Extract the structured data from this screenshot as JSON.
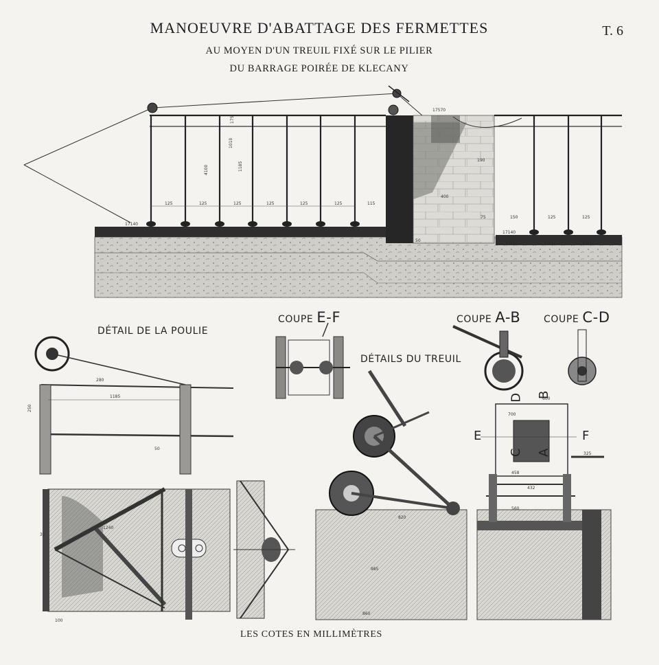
{
  "header": {
    "title": "MANOEUVRE D'ABATTAGE DES FERMETTES",
    "plate": "T. 6",
    "subtitle_line1": "AU MOYEN D'UN TREUIL FIXÉ SUR LE PILIER",
    "subtitle_line2": "DU BARRAGE POIRÉE DE KLECANY"
  },
  "labels": {
    "detail_poulie": "DÉTAIL DE LA POULIE",
    "coupe_ef_word": "COUPE",
    "coupe_ef_letters": "E-F",
    "coupe_ab_word": "COUPE",
    "coupe_ab_letters": "A-B",
    "coupe_cd_word": "COUPE",
    "coupe_cd_letters": "C-D",
    "details_treuil": "DÉTAILS DU TREUIL",
    "section_e": "E",
    "section_f": "F",
    "section_c": "C",
    "section_d": "D",
    "section_a": "A",
    "section_b": "B",
    "footer": "LES COTES EN MILLIMÈTRES"
  },
  "elevation_dims": {
    "level_left": "17140",
    "level_top": "17570",
    "level_right": "17140",
    "spacing": [
      "125",
      "125",
      "125",
      "125",
      "125",
      "125",
      "115"
    ],
    "spacing_right": [
      "150",
      "125",
      "125"
    ],
    "h_4100": "4100",
    "h_1185": "1185",
    "h_1010": "1010",
    "h_175": "175",
    "h_400": "400",
    "h_190": "190",
    "h_75": "75",
    "h_50": "50"
  },
  "detail_dims": {
    "d_1185": "1185",
    "d_280": "280",
    "d_250": "250",
    "d_50": "50",
    "d_1240": "1240",
    "d_100": "100",
    "d_35": "35",
    "d_820": "820",
    "d_860": "860",
    "d_985": "985",
    "d_560": "560",
    "d_432": "432",
    "d_458": "458",
    "d_325": "325",
    "d_700": "700",
    "d_600": "600"
  }
}
